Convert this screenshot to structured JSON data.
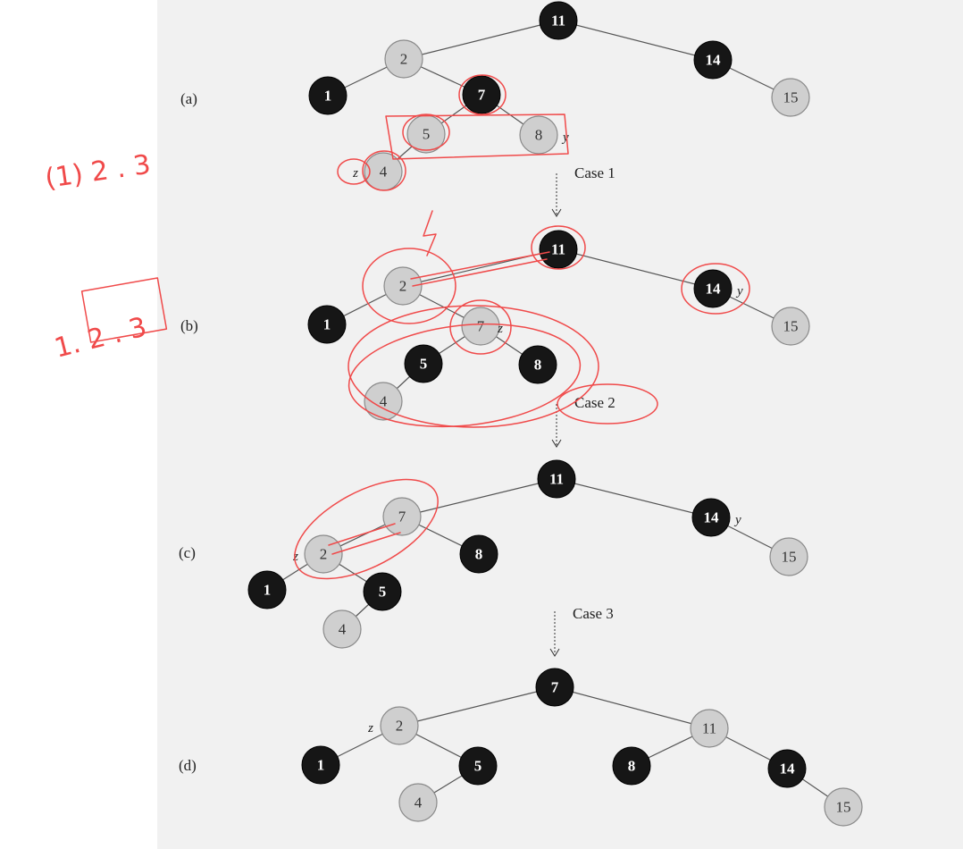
{
  "panels": [
    {
      "label": "(a)",
      "nodes": [
        {
          "key": "11",
          "color": "black"
        },
        {
          "key": "2",
          "color": "red"
        },
        {
          "key": "14",
          "color": "black"
        },
        {
          "key": "1",
          "color": "black"
        },
        {
          "key": "7",
          "color": "black"
        },
        {
          "key": "15",
          "color": "red"
        },
        {
          "key": "5",
          "color": "red"
        },
        {
          "key": "8",
          "color": "red"
        },
        {
          "key": "4",
          "color": "red"
        }
      ],
      "edges": [
        [
          "11",
          "2"
        ],
        [
          "11",
          "14"
        ],
        [
          "2",
          "1"
        ],
        [
          "2",
          "7"
        ],
        [
          "14",
          "15"
        ],
        [
          "7",
          "5"
        ],
        [
          "7",
          "8"
        ],
        [
          "5",
          "4"
        ]
      ],
      "pointers": [
        {
          "name": "y",
          "node": "8"
        },
        {
          "name": "z",
          "node": "4"
        }
      ]
    },
    {
      "label": "(b)",
      "nodes": [
        {
          "key": "11",
          "color": "black"
        },
        {
          "key": "2",
          "color": "red"
        },
        {
          "key": "14",
          "color": "black"
        },
        {
          "key": "1",
          "color": "black"
        },
        {
          "key": "7",
          "color": "red"
        },
        {
          "key": "15",
          "color": "red"
        },
        {
          "key": "5",
          "color": "black"
        },
        {
          "key": "8",
          "color": "black"
        },
        {
          "key": "4",
          "color": "red"
        }
      ],
      "edges": [
        [
          "11",
          "2"
        ],
        [
          "11",
          "14"
        ],
        [
          "2",
          "1"
        ],
        [
          "2",
          "7"
        ],
        [
          "14",
          "15"
        ],
        [
          "7",
          "5"
        ],
        [
          "7",
          "8"
        ],
        [
          "5",
          "4"
        ]
      ],
      "pointers": [
        {
          "name": "y",
          "node": "14"
        },
        {
          "name": "z",
          "node": "7"
        }
      ]
    },
    {
      "label": "(c)",
      "nodes": [
        {
          "key": "11",
          "color": "black"
        },
        {
          "key": "7",
          "color": "red"
        },
        {
          "key": "14",
          "color": "black"
        },
        {
          "key": "2",
          "color": "red"
        },
        {
          "key": "8",
          "color": "black"
        },
        {
          "key": "15",
          "color": "red"
        },
        {
          "key": "1",
          "color": "black"
        },
        {
          "key": "5",
          "color": "black"
        },
        {
          "key": "4",
          "color": "red"
        }
      ],
      "edges": [
        [
          "11",
          "7"
        ],
        [
          "11",
          "14"
        ],
        [
          "7",
          "2"
        ],
        [
          "7",
          "8"
        ],
        [
          "14",
          "15"
        ],
        [
          "2",
          "1"
        ],
        [
          "2",
          "5"
        ],
        [
          "5",
          "4"
        ]
      ],
      "pointers": [
        {
          "name": "y",
          "node": "14"
        },
        {
          "name": "z",
          "node": "2"
        }
      ]
    },
    {
      "label": "(d)",
      "nodes": [
        {
          "key": "7",
          "color": "black"
        },
        {
          "key": "2",
          "color": "red"
        },
        {
          "key": "11",
          "color": "red"
        },
        {
          "key": "1",
          "color": "black"
        },
        {
          "key": "5",
          "color": "black"
        },
        {
          "key": "8",
          "color": "black"
        },
        {
          "key": "14",
          "color": "black"
        },
        {
          "key": "4",
          "color": "red"
        },
        {
          "key": "15",
          "color": "red"
        }
      ],
      "edges": [
        [
          "7",
          "2"
        ],
        [
          "7",
          "11"
        ],
        [
          "2",
          "1"
        ],
        [
          "2",
          "5"
        ],
        [
          "11",
          "8"
        ],
        [
          "11",
          "14"
        ],
        [
          "5",
          "4"
        ],
        [
          "14",
          "15"
        ]
      ],
      "pointers": [
        {
          "name": "z",
          "node": "2"
        }
      ]
    }
  ],
  "transitions": [
    "Case 1",
    "Case 2",
    "Case 3"
  ],
  "handwritten_notes": [
    "(1) 2 . 3",
    "1. 2 . 3"
  ]
}
